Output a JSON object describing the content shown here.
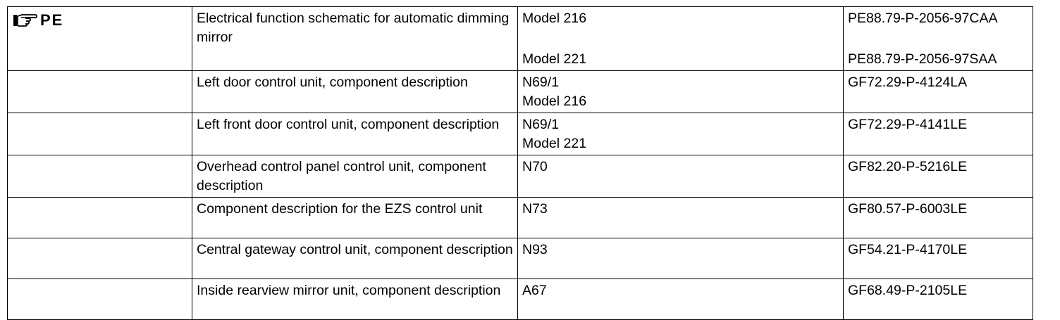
{
  "header_label": "PE",
  "rows": [
    {
      "description": "Electrical function schematic for automatic dimming mirror",
      "component": "",
      "models": [
        "Model 216",
        "Model 221"
      ],
      "documents": [
        "PE88.79-P-2056-97CAA",
        "PE88.79-P-2056-97SAA"
      ]
    },
    {
      "description": "Left door control unit, component description",
      "component": "N69/1",
      "models": [
        "Model 216"
      ],
      "documents": [
        "GF72.29-P-4124LA"
      ]
    },
    {
      "description": "Left front door control unit, component description",
      "component": "N69/1",
      "models": [
        "Model 221"
      ],
      "documents": [
        "GF72.29-P-4141LE"
      ]
    },
    {
      "description": "Overhead control panel control unit, component description",
      "component": "N70",
      "models": [],
      "documents": [
        "GF82.20-P-5216LE"
      ]
    },
    {
      "description": "Component description for the EZS control unit",
      "component": "N73",
      "models": [],
      "documents": [
        "GF80.57-P-6003LE"
      ]
    },
    {
      "description": "Central gateway control unit, component description",
      "component": "N93",
      "models": [],
      "documents": [
        "GF54.21-P-4170LE"
      ]
    },
    {
      "description": "Inside rearview mirror unit, component description",
      "component": "A67",
      "models": [],
      "documents": [
        "GF68.49-P-2105LE"
      ]
    }
  ],
  "icons": {
    "pointer": "pointing-hand-icon"
  }
}
